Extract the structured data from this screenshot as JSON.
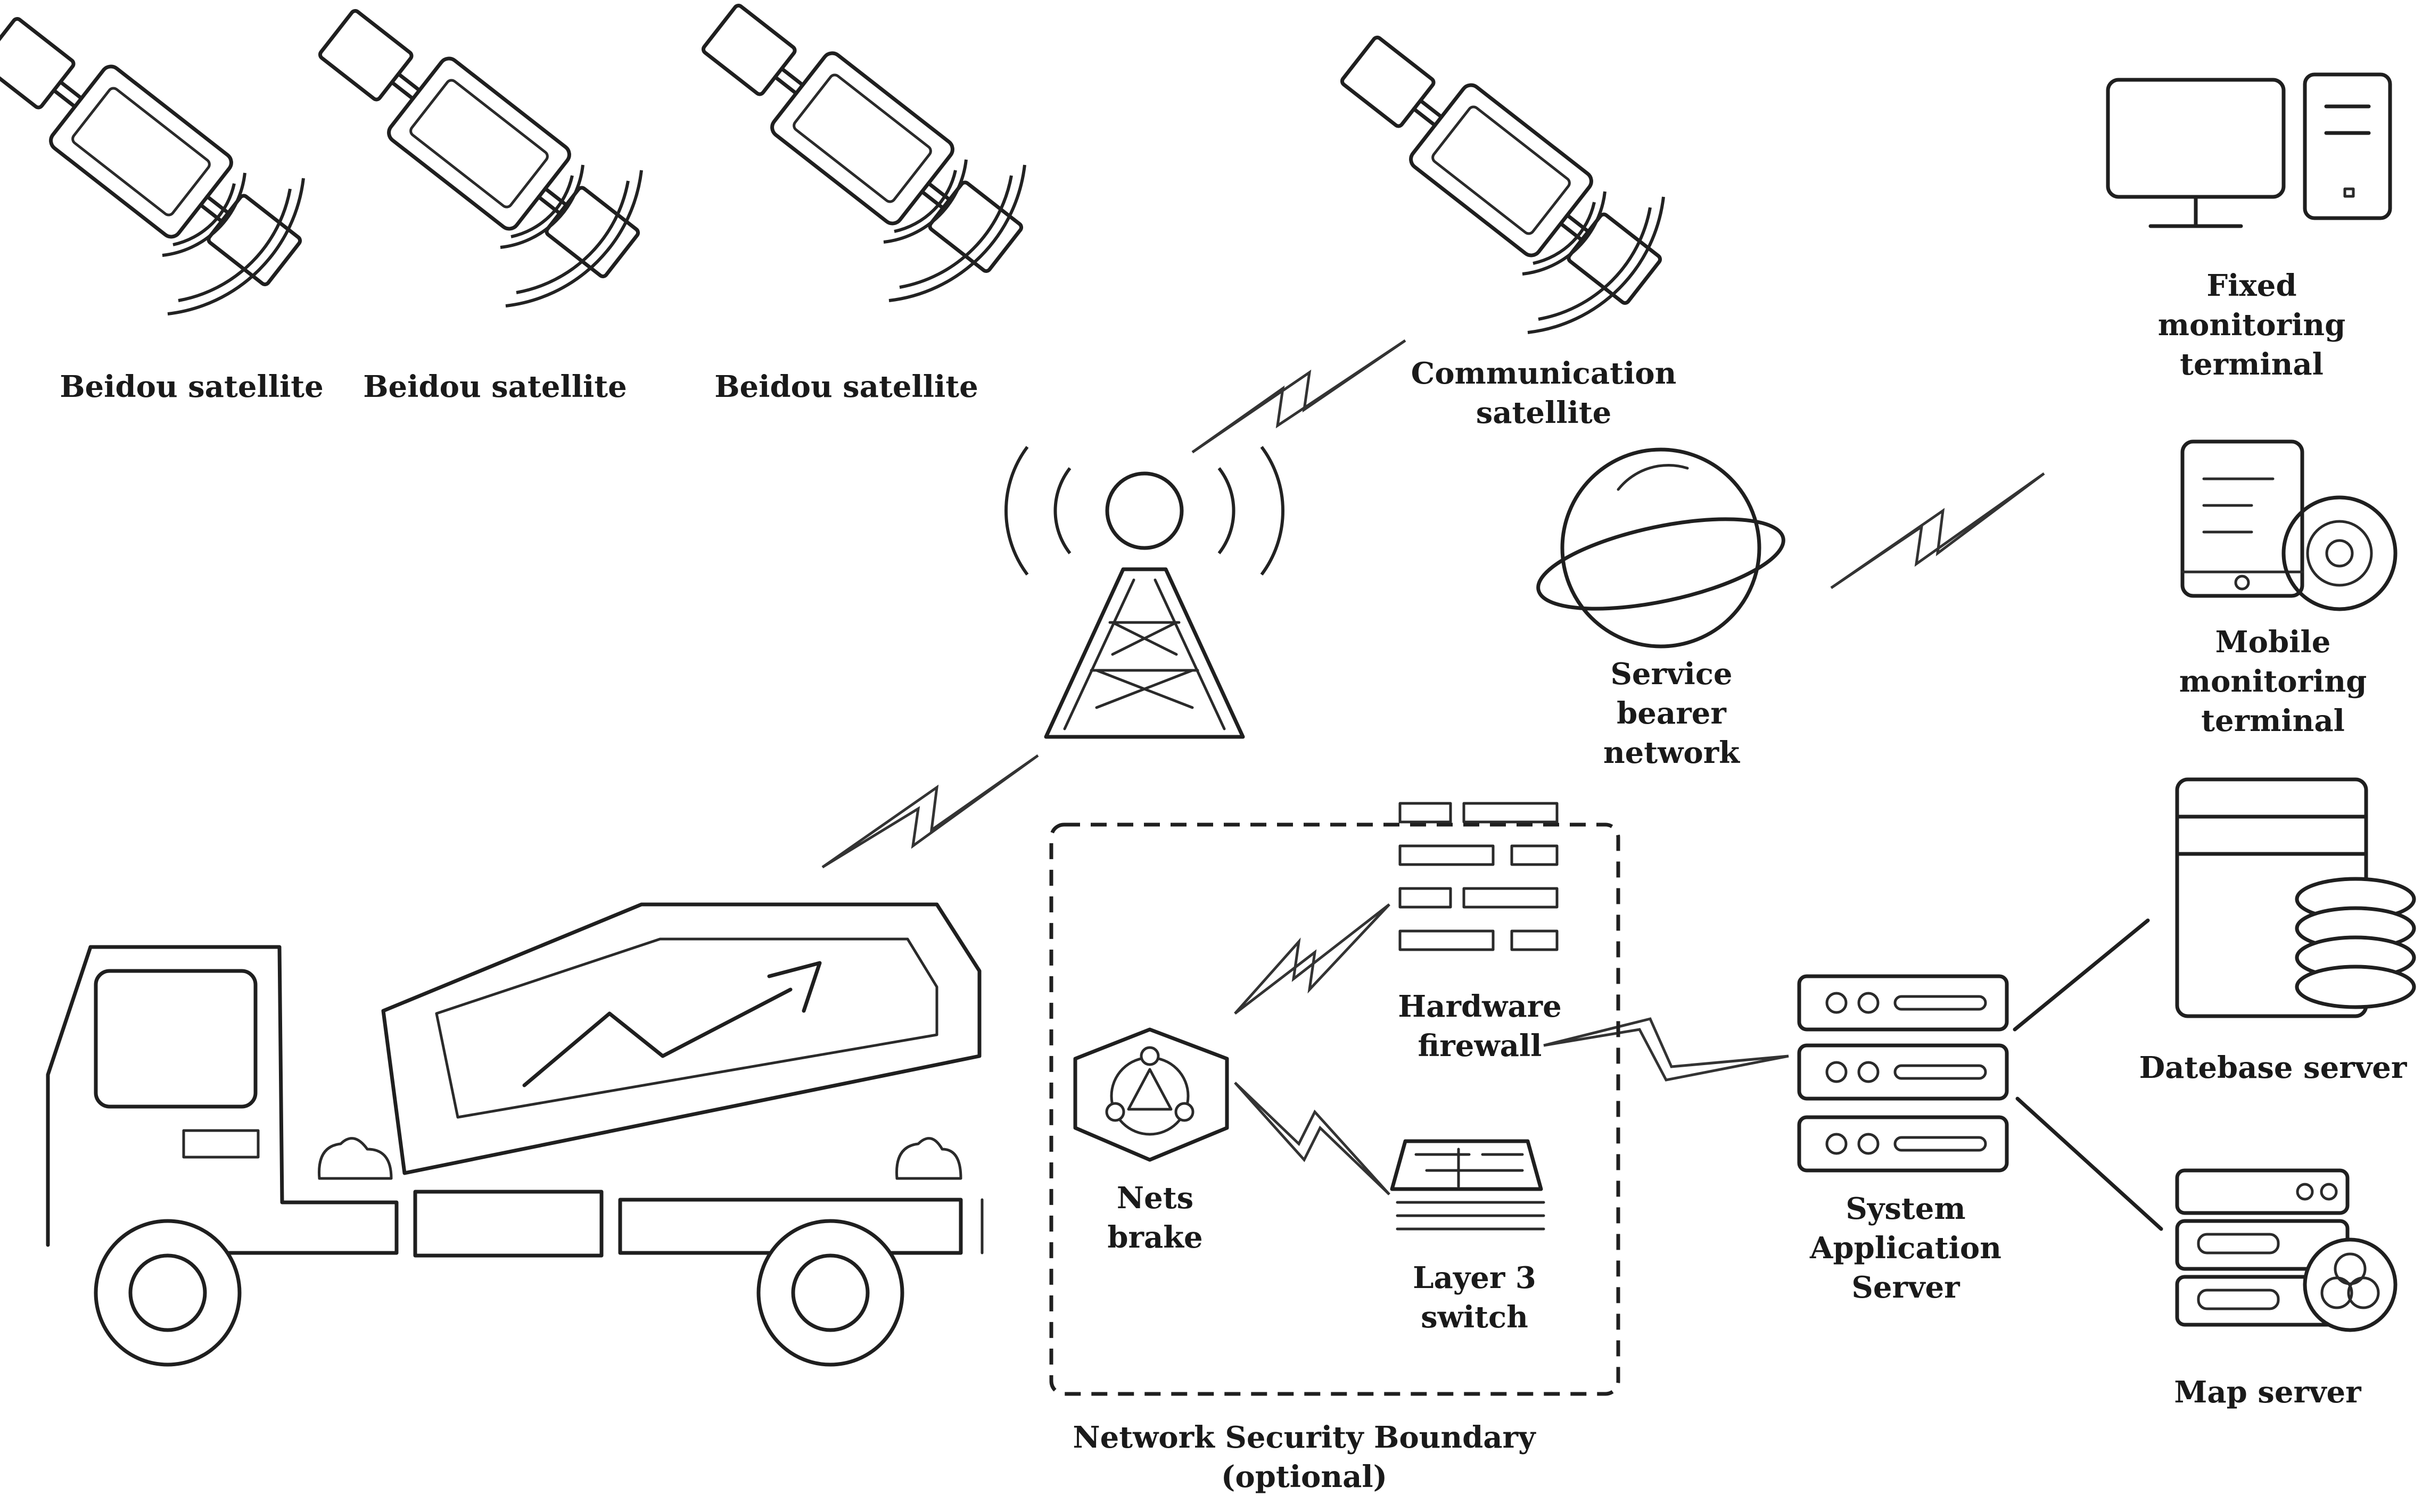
{
  "labels": {
    "beidou_1": "Beidou satellite",
    "beidou_2": "Beidou satellite",
    "beidou_3": "Beidou satellite",
    "comm_satellite": [
      "Communication",
      "satellite"
    ],
    "fixed_terminal": [
      "Fixed",
      "monitoring",
      "terminal"
    ],
    "mobile_terminal": [
      "Mobile",
      "monitoring",
      "terminal"
    ],
    "service_network": [
      "Service",
      "bearer",
      "network"
    ],
    "hardware_firewall": [
      "Hardware",
      "firewall"
    ],
    "nets_brake": [
      "Nets",
      "brake"
    ],
    "layer3_switch": [
      "Layer 3",
      "switch"
    ],
    "app_server": [
      "System",
      "Application",
      "Server"
    ],
    "database_server": "Datebase server",
    "map_server": "Map server",
    "security_boundary": [
      "Network Security Boundary",
      "(optional)"
    ]
  },
  "colors": {
    "ink": "#1f1f1f",
    "background": "#ffffff"
  },
  "icons": [
    "satellite-icon",
    "radio-tower-icon",
    "globe-network-icon",
    "desktop-computer-icon",
    "tablet-phone-icon",
    "database-icon",
    "map-server-icon",
    "server-rack-icon",
    "firewall-icon",
    "switch-icon",
    "netgate-icon",
    "mixer-truck-icon"
  ]
}
